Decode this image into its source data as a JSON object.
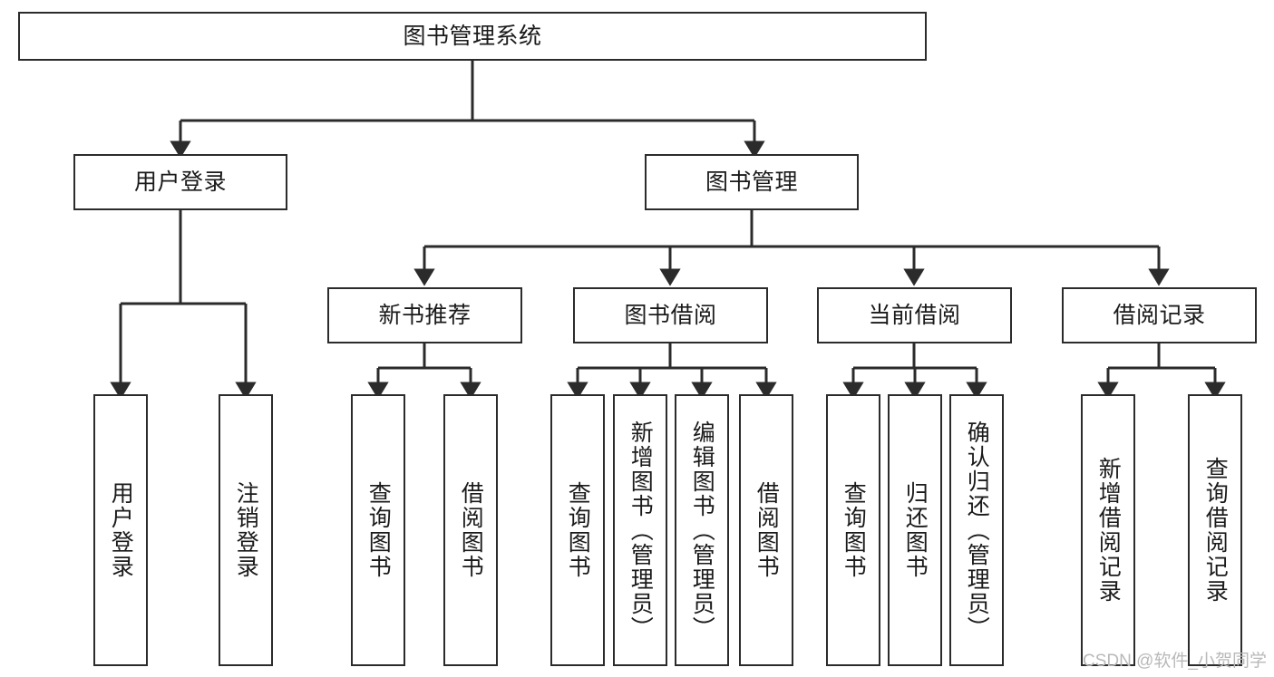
{
  "diagram": {
    "type": "tree",
    "title": "图书管理系统",
    "root": {
      "id": "root",
      "label": "图书管理系统"
    },
    "level2": [
      {
        "id": "user-login",
        "label": "用户登录"
      },
      {
        "id": "book-manage",
        "label": "图书管理"
      }
    ],
    "level3": [
      {
        "id": "new-book-recommend",
        "label": "新书推荐",
        "parent": "book-manage"
      },
      {
        "id": "book-borrow",
        "label": "图书借阅",
        "parent": "book-manage"
      },
      {
        "id": "current-borrow",
        "label": "当前借阅",
        "parent": "book-manage"
      },
      {
        "id": "borrow-record",
        "label": "借阅记录",
        "parent": "book-manage"
      }
    ],
    "leaves": [
      {
        "id": "leaf-user-login",
        "label": "用户登录",
        "parent": "user-login"
      },
      {
        "id": "leaf-user-logout",
        "label": "注销登录",
        "parent": "user-login"
      },
      {
        "id": "leaf-rec-query-book",
        "label": "查询图书",
        "parent": "new-book-recommend"
      },
      {
        "id": "leaf-rec-borrow-book",
        "label": "借阅图书",
        "parent": "new-book-recommend"
      },
      {
        "id": "leaf-bb-query-book",
        "label": "查询图书",
        "parent": "book-borrow"
      },
      {
        "id": "leaf-bb-add-book",
        "label": "新增图书（管理员）",
        "parent": "book-borrow"
      },
      {
        "id": "leaf-bb-edit-book",
        "label": "编辑图书（管理员）",
        "parent": "book-borrow"
      },
      {
        "id": "leaf-bb-borrow-book",
        "label": "借阅图书",
        "parent": "book-borrow"
      },
      {
        "id": "leaf-cb-query-book",
        "label": "查询图书",
        "parent": "current-borrow"
      },
      {
        "id": "leaf-cb-return-book",
        "label": "归还图书",
        "parent": "current-borrow"
      },
      {
        "id": "leaf-cb-confirm-return",
        "label": "确认归还（管理员）",
        "parent": "current-borrow"
      },
      {
        "id": "leaf-br-add-record",
        "label": "新增借阅记录",
        "parent": "borrow-record"
      },
      {
        "id": "leaf-br-query-record",
        "label": "查询借阅记录",
        "parent": "borrow-record"
      }
    ],
    "watermark": "CSDN @软件_小贺同学",
    "colors": {
      "stroke": "#2b2b2b",
      "background": "#ffffff",
      "text": "#1a1a1a",
      "watermark": "#b9b9b9"
    }
  }
}
